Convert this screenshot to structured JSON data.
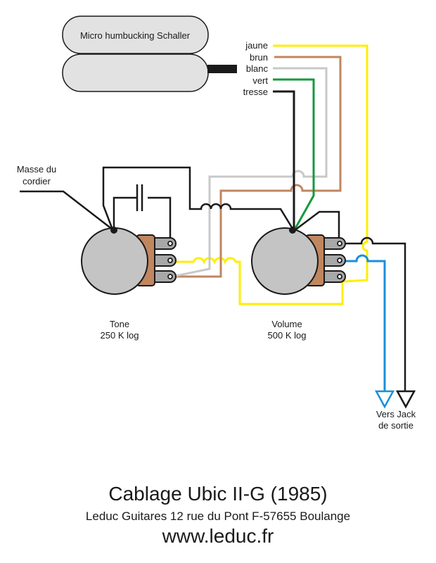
{
  "pickup": {
    "label": "Micro humbucking Schaller",
    "wires": [
      {
        "name": "jaune",
        "color": "#ffee00"
      },
      {
        "name": "brun",
        "color": "#c0865f"
      },
      {
        "name": "blanc",
        "color": "#c8c8c8"
      },
      {
        "name": "vert",
        "color": "#139a3c"
      },
      {
        "name": "tresse",
        "color": "#1a1a1a"
      }
    ]
  },
  "ground_label_line1": "Masse du",
  "ground_label_line2": "cordier",
  "pots": {
    "tone": {
      "name": "Tone",
      "value": "250 K log"
    },
    "volume": {
      "name": "Volume",
      "value": "500 K log"
    }
  },
  "output": {
    "line1": "Vers Jack",
    "line2": "de sortie",
    "hot_color": "#1a8fdc",
    "ground_color": "#1a1a1a"
  },
  "colors": {
    "pot_body": "#c4c4c4",
    "pot_case": "#c0865f",
    "lug": "#a8a8a8",
    "pickup_fill": "#e2e2e2"
  },
  "footer": {
    "title": "Cablage Ubic II-G (1985)",
    "address": "Leduc Guitares 12 rue du Pont F-57655 Boulange",
    "website": "www.leduc.fr"
  }
}
